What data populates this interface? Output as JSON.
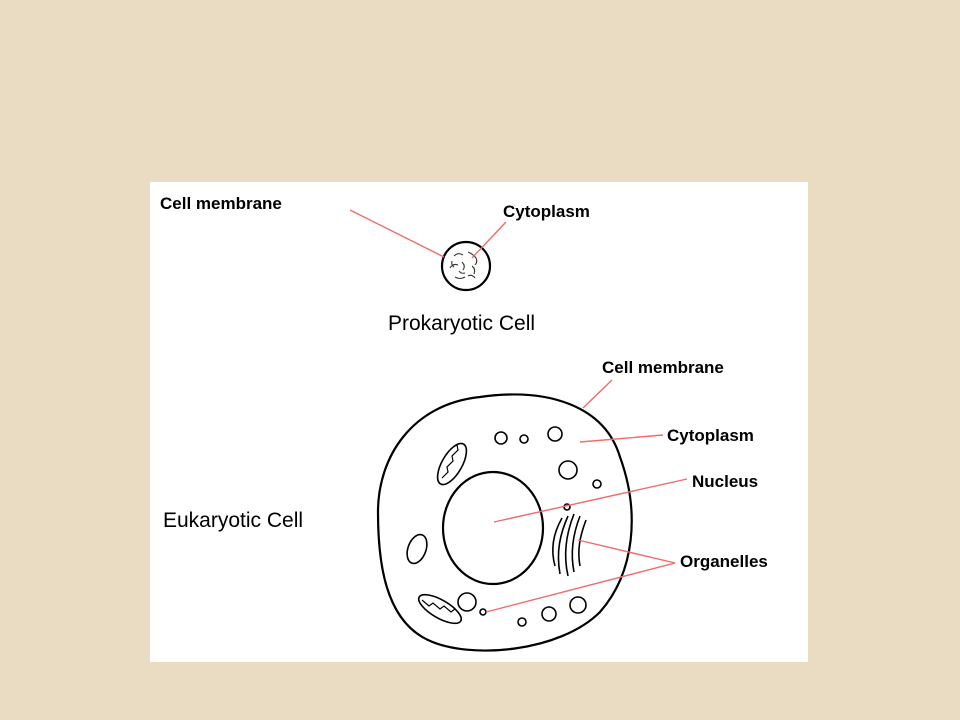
{
  "prokaryotic": {
    "title": "Prokaryotic Cell",
    "labels": {
      "cell_membrane": "Cell membrane",
      "cytoplasm": "Cytoplasm"
    }
  },
  "eukaryotic": {
    "title": "Eukaryotic Cell",
    "labels": {
      "cell_membrane": "Cell membrane",
      "cytoplasm": "Cytoplasm",
      "nucleus": "Nucleus",
      "organelles": "Organelles"
    }
  },
  "colors": {
    "background": "#e9dcc3",
    "panel": "#ffffff",
    "leader_lines": "#f26a6a",
    "outline": "#000000"
  }
}
